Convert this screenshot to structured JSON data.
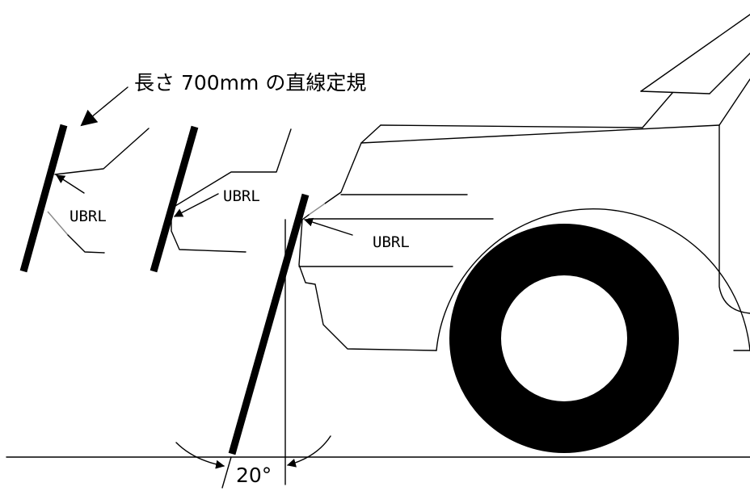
{
  "title": "長さ 700mm の直線定規",
  "ubrl_labels": [
    "UBRL",
    "UBRL",
    "UBRL"
  ],
  "angle_label": "20°",
  "colors": {
    "line": "#000000",
    "background": "#ffffff",
    "gray_line": "#8a8a8a"
  }
}
